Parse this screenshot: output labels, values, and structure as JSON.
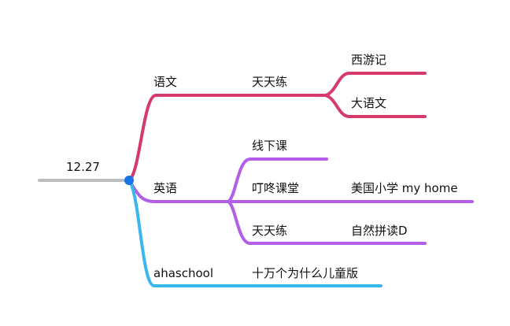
{
  "root": {
    "label": "12.27"
  },
  "branches": {
    "yuwen": {
      "label": "语文",
      "color": "#d63a6a",
      "children": {
        "tiantianlian": {
          "label": "天天练",
          "children": {
            "xiyouji": {
              "label": "西游记"
            },
            "dayuwen": {
              "label": "大语文"
            }
          }
        }
      }
    },
    "yingyu": {
      "label": "英语",
      "color": "#b35ee6",
      "children": {
        "xianxiake": {
          "label": "线下课"
        },
        "dingdong": {
          "label": "叮咚课堂",
          "child": {
            "label": "美国小学 my home"
          }
        },
        "tiantianlian": {
          "label": "天天练",
          "child": {
            "label": "自然拼读D"
          }
        }
      }
    },
    "ahaschool": {
      "label": "ahaschool",
      "color": "#3ab7ee",
      "child": {
        "label": "十万个为什么儿童版"
      }
    }
  },
  "colors": {
    "root_line": "#bdbdbd",
    "root_node": "#1a73e8",
    "text": "#111111"
  }
}
